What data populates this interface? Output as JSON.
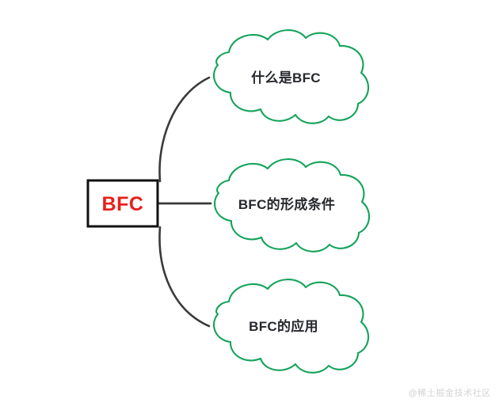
{
  "diagram": {
    "type": "mind-map",
    "title": "BFC",
    "background_color": "#ffffff",
    "root": {
      "label": "BFC",
      "text_color": "#e8201a",
      "border_color": "#111111",
      "fill_color": "#ffffff",
      "shape": "rectangle"
    },
    "branch_color": "#3a3a3a",
    "node_outline_color": "#13a35a",
    "node_fill_color": "#ffffff",
    "node_text_color": "#26282c",
    "node_shape": "cloud",
    "nodes": [
      {
        "id": "node-what-is-bfc",
        "label": "什么是BFC",
        "connector": "curve"
      },
      {
        "id": "node-bfc-conditions",
        "label": "BFC的形成条件",
        "connector": "straight"
      },
      {
        "id": "node-bfc-usage",
        "label": "BFC的应用",
        "connector": "curve"
      }
    ]
  },
  "watermark": {
    "label": "@稀土掘金技术社区",
    "color": "#d4d4d4"
  }
}
